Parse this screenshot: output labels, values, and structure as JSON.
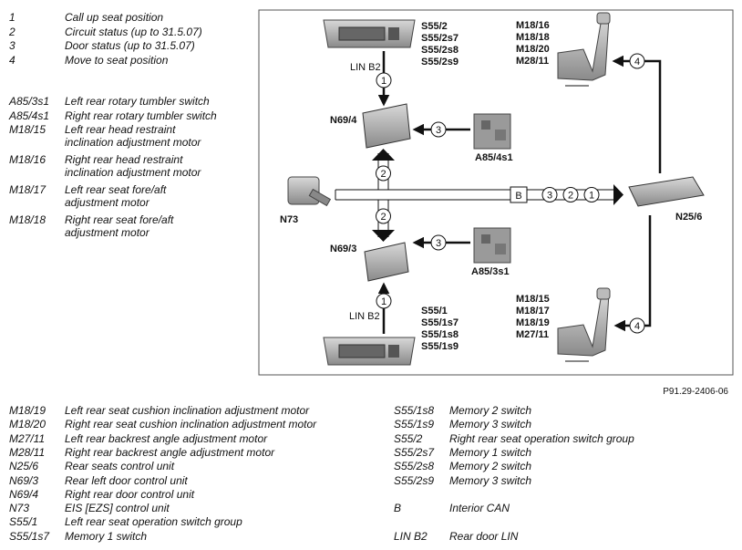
{
  "legend_top": [
    {
      "code": "1",
      "desc": "Call up seat position"
    },
    {
      "code": "2",
      "desc": "Circuit status (up to 31.5.07)"
    },
    {
      "code": "3",
      "desc": "Door status (up to 31.5.07)"
    },
    {
      "code": "4",
      "desc": "Move to seat position"
    }
  ],
  "legend_left": [
    {
      "code": "A85/3s1",
      "desc": "Left rear rotary tumbler switch"
    },
    {
      "code": "A85/4s1",
      "desc": "Right rear rotary tumbler switch"
    },
    {
      "code": "M18/15",
      "desc": "Left rear head restraint",
      "desc2": "inclination adjustment motor"
    },
    {
      "code": "M18/16",
      "desc": "Right rear head restraint",
      "desc2": "inclination adjustment motor"
    },
    {
      "code": "M18/17",
      "desc": "Left rear seat fore/aft",
      "desc2": "adjustment motor"
    },
    {
      "code": "M18/18",
      "desc": "Right rear seat fore/aft",
      "desc2": "adjustment motor"
    }
  ],
  "legend_bottom_left": [
    {
      "code": "M18/19",
      "desc": "Left rear seat cushion inclination adjustment motor"
    },
    {
      "code": "M18/20",
      "desc": "Right rear seat cushion inclination adjustment motor"
    },
    {
      "code": "M27/11",
      "desc": "Left rear backrest angle adjustment motor"
    },
    {
      "code": "M28/11",
      "desc": "Right rear backrest angle adjustment motor"
    },
    {
      "code": "N25/6",
      "desc": "Rear seats control unit"
    },
    {
      "code": "N69/3",
      "desc": "Rear left door control unit"
    },
    {
      "code": "N69/4",
      "desc": "Right rear door control unit"
    },
    {
      "code": "N73",
      "desc": "EIS [EZS] control unit"
    },
    {
      "code": "S55/1",
      "desc": "Left rear seat operation switch group"
    },
    {
      "code": "S55/1s7",
      "desc": "Memory 1 switch"
    }
  ],
  "legend_bottom_right": [
    {
      "code": "S55/1s8",
      "desc": "Memory 2 switch"
    },
    {
      "code": "S55/1s9",
      "desc": "Memory 3 switch"
    },
    {
      "code": "S55/2",
      "desc": "Right rear seat operation switch group"
    },
    {
      "code": "S55/2s7",
      "desc": "Memory 1 switch"
    },
    {
      "code": "S55/2s8",
      "desc": "Memory 2 switch"
    },
    {
      "code": "S55/2s9",
      "desc": "Memory 3 switch"
    },
    {
      "code": "",
      "desc": ""
    },
    {
      "code": "B",
      "desc": "Interior CAN"
    },
    {
      "code": "",
      "desc": ""
    },
    {
      "code": "LIN B2",
      "desc": "Rear door LIN"
    }
  ],
  "diagram": {
    "figure_id": "P91.29-2406-06",
    "s552_labels": [
      "S55/2",
      "S55/2s7",
      "S55/2s8",
      "S55/2s9"
    ],
    "s551_labels": [
      "S55/1",
      "S55/1s7",
      "S55/1s8",
      "S55/1s9"
    ],
    "right_seat_labels": [
      "M18/16",
      "M18/18",
      "M18/20",
      "M28/11"
    ],
    "left_seat_labels": [
      "M18/15",
      "M18/17",
      "M18/19",
      "M27/11"
    ],
    "lin_top": "LIN B2",
    "lin_bottom": "LIN B2",
    "n69_4": "N69/4",
    "n69_3": "N69/3",
    "a85_4s1": "A85/4s1",
    "a85_3s1": "A85/3s1",
    "n73": "N73",
    "n25_6": "N25/6",
    "bus_b": "B",
    "n1": "1",
    "n2": "2",
    "n3": "3",
    "n4": "4"
  }
}
